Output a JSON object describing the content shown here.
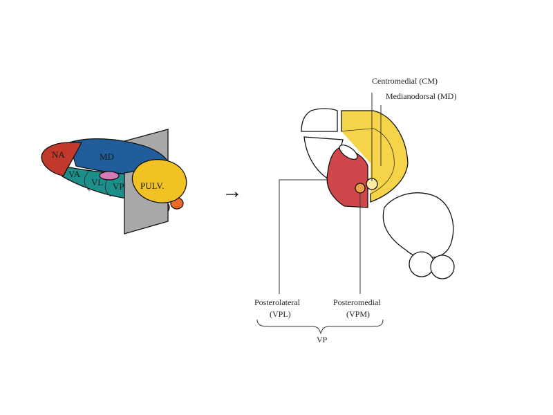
{
  "left_figure": {
    "regions": {
      "na": "NA",
      "md": "MD",
      "va": "VA",
      "vl": "VL",
      "vp": "VP",
      "pulv": "PULV."
    }
  },
  "arrow": "→",
  "right_figure": {
    "centromedial": "Centromedial (CM)",
    "medianodorsal": "Medianodorsal (MD)",
    "posterolateral": "Posterolateral",
    "vpl": "(VPL)",
    "posteromedial": "Posteromedial",
    "vpm": "(VPM)",
    "vp_group": "VP"
  },
  "colors": {
    "na_red": "#c0392b",
    "md_blue": "#1f5e9a",
    "ventral_teal": "#1c8f8a",
    "pulvinar_yellow": "#f2c224",
    "vp_pink": "#d77ab8",
    "plane_gray": "#a9a9a9",
    "vp_section_red": "#d0474b",
    "md_section_yellow": "#f5d44a",
    "cm_orange": "#f0a04a",
    "brown_nucleus": "#b7552a",
    "orange_nucleus": "#ec6b28"
  }
}
